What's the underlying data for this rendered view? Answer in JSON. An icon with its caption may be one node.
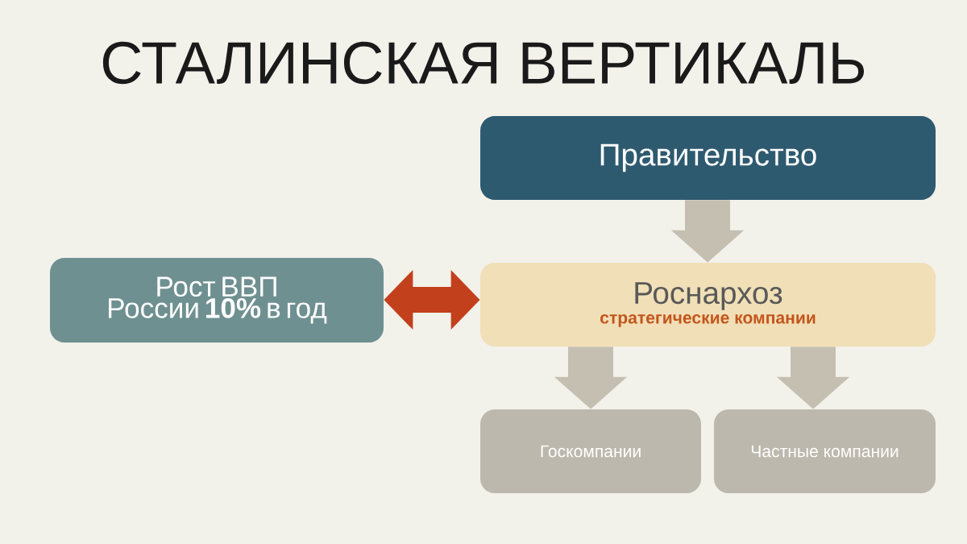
{
  "diagram": {
    "title": "СТАЛИНСКАЯ ВЕРТИКАЛЬ",
    "nodes": [
      {
        "text": [
          "Правительство"
        ]
      },
      {
        "text": [
          "Рост ВВП России **10%** в год"
        ]
      },
      {
        "text": [
          "Роснархоз",
          "стратегические компании"
        ]
      },
      {
        "text": [
          "Госкомпании"
        ]
      },
      {
        "text": [
          "Частные компании"
        ]
      }
    ],
    "edges": [
      {
        "from": 0,
        "to": 2,
        "arrow": "to"
      },
      {
        "from": 1,
        "to": 2,
        "arrow": "both",
        "color": "#c3401c"
      },
      {
        "from": 2,
        "to": 3,
        "arrow": "to"
      },
      {
        "from": 2,
        "to": 4,
        "arrow": "to"
      }
    ]
  }
}
